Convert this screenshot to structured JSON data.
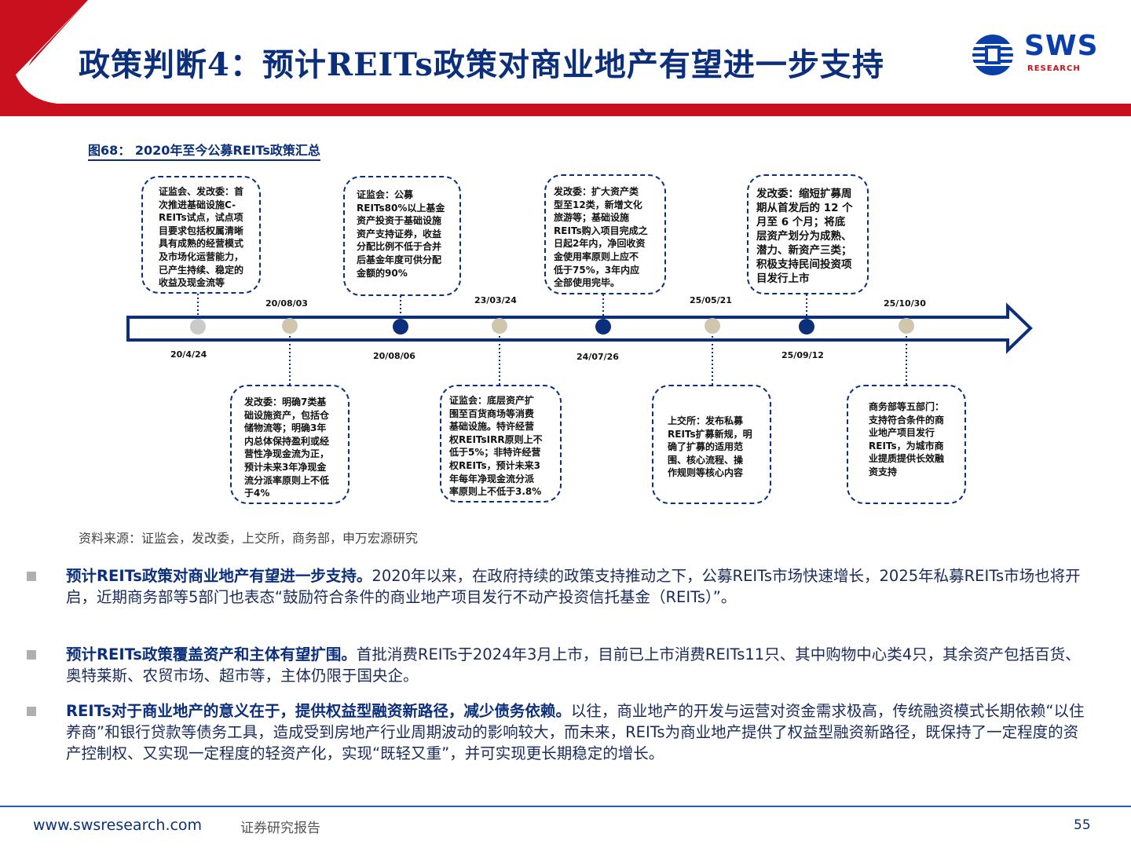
{
  "header": {
    "title": "政策判断4：预计REITs政策对商业地产有望进一步支持",
    "logo_text": "SWS",
    "logo_sub": "RESEARCH"
  },
  "figure": {
    "title": "图68：  2020年至今公募REITs政策汇总",
    "events": [
      {
        "date": "20/4/24",
        "lines": [
          "证监会、发改委：首",
          "次推进基础设施C-",
          "REITs试点，试点项",
          "目要求包括权属清晰",
          "具有成熟的经营模式",
          "及市场化运营能力，",
          "已产生持续、稳定的",
          "收益及现金流等"
        ]
      },
      {
        "date": "20/08/03",
        "lines": [
          "发改委：明确7类基",
          "础设施资产，包括仓",
          "储物流等；明确3年",
          "内总体保持盈利或经",
          "营性净现金流为正，",
          "预计未来3年净现金",
          "流分派率原则上不低",
          "于4%"
        ]
      },
      {
        "date": "20/08/06",
        "lines": [
          "证监会：公募",
          "REITs80%以上基金",
          "资产投资于基础设施",
          "资产支持证券，收益",
          "分配比例不低于合并",
          "后基金年度可供分配",
          "金额的90%"
        ]
      },
      {
        "date": "23/03/24",
        "lines": [
          "证监会：底层资产扩",
          "围至百货商场等消费",
          "基础设施。特许经营",
          "权REITsIRR原则上不",
          "低于5%；非特许经营",
          "权REITs，预计未来3",
          "年每年净现金流分派",
          "率原则上不低于3.8%"
        ]
      },
      {
        "date": "24/07/26",
        "lines": [
          "发改委：扩大资产类",
          "型至12类，新增文化",
          "旅游等；基础设施",
          "REITs购入项目完成之",
          "日起2年内，净回收资",
          "金使用率原则上应不",
          "低于75%，3年内应",
          "全部使用完毕。"
        ]
      },
      {
        "date": "25/05/21",
        "lines": [
          "上交所：发布私募",
          "REITs扩募新规，明",
          "确了扩募的适用范",
          "围、核心流程、操",
          "作规则等核心内容"
        ]
      },
      {
        "date": "25/09/12",
        "lines": [
          "发改委：缩短扩募周",
          "期从首发后的 12 个",
          "月至 6 个月；将底",
          "层资产划分为成熟、",
          "潜力、新资产三类；",
          "积极支持民间投资项",
          "目发行上市"
        ]
      },
      {
        "date": "25/10/30",
        "lines": [
          "商务部等五部门：",
          "支持符合条件的商",
          "业地产项目发行",
          "REITs，为城市商",
          "业提质提供长效融",
          "资支持"
        ]
      }
    ],
    "source": "资料来源：证监会，发改委，上交所，商务部，申万宏源研究"
  },
  "bullets": [
    {
      "bold": "预计REITs政策对商业地产有望进一步支持。",
      "text": "2020年以来，在政府持续的政策支持推动之下，公募REITs市场快速增长，2025年私募REITs市场也将开启，近期商务部等5部门也表态“鼓励符合条件的商业地产项目发行不动产投资信托基金（REITs）”。"
    },
    {
      "bold": "预计REITs政策覆盖资产和主体有望扩围。",
      "text": "首批消费REITs于2024年3月上市，目前已上市消费REITs11只、其中购物中心类4只，其余资产包括百货、奥特莱斯、农贸市场、超市等，主体仍限于国央企。"
    },
    {
      "bold": "REITs对于商业地产的意义在于，提供权益型融资新路径，减少债务依赖。",
      "text": "以往，商业地产的开发与运营对资金需求极高，传统融资模式长期依赖“以住养商”和银行贷款等债务工具，造成受到房地产行业周期波动的影响较大，而未来，REITs为商业地产提供了权益型融资新路径，既保持了一定程度的资产控制权、又实现一定程度的轻资产化，实现“既轻又重”，并可实现更长期稳定的增长。"
    }
  ],
  "footer": {
    "url": "www.swsresearch.com",
    "report": "证券研究报告",
    "page": "55"
  },
  "colors": {
    "navy": "#0b2f7a",
    "red": "#c8101e",
    "dot_dark": "#0b2f7a",
    "dot_light": "#cfc6ad"
  }
}
